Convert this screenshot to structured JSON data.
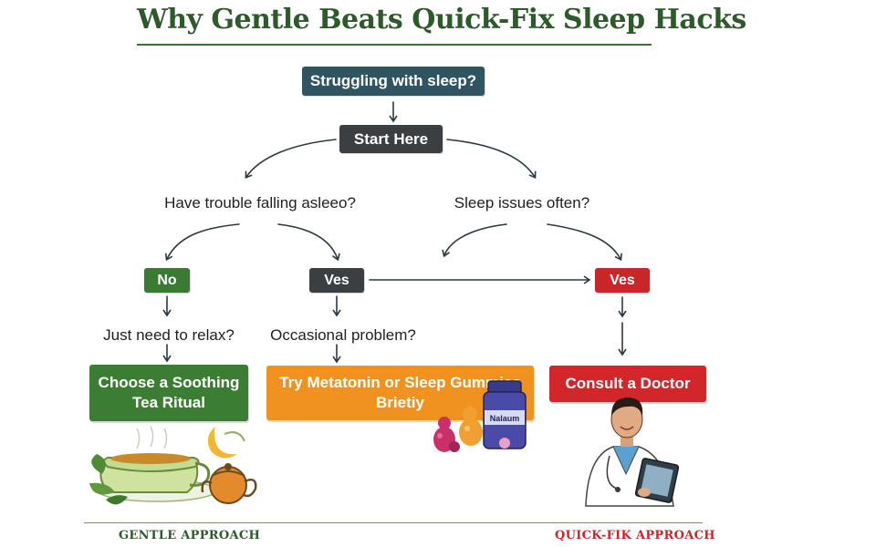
{
  "title": "Why Gentle Beats Quick-Fix Sleep Hacks",
  "nodes": {
    "start_question": "Struggling with sleep?",
    "start_here": "Start Here",
    "question_left": "Have trouble falling asleeo?",
    "question_right": "Sleep issues often?",
    "answer_no": "No",
    "answer_yes_left": "Ves",
    "answer_yes_right": "Ves",
    "sub_relax": "Just need to relax?",
    "sub_occasional": "Occasional problem?"
  },
  "outcomes": {
    "tea_line1": "Choose a Soothing",
    "tea_line2": "Tea Ritual",
    "melatonin_line1": "Try Metatonin or Sleep Gummies",
    "melatonin_line2": "Brietiy",
    "doctor": "Consult a Doctor",
    "jar_label": "Nalaum"
  },
  "footer": {
    "left": "GENTLE APPROACH",
    "right": "QUICK-FIK APPROACH"
  },
  "colors": {
    "title_green": "#2e5a2b",
    "navy": "#2f5563",
    "charcoal": "#3b3f41",
    "green": "#3a7d33",
    "orange": "#f0921f",
    "red": "#d1272b"
  },
  "icons": [
    "tea-cup-icon",
    "teapot-icon",
    "moon-icon",
    "gummy-bears-icon",
    "supplement-jar-icon",
    "doctor-icon",
    "clipboard-icon"
  ]
}
